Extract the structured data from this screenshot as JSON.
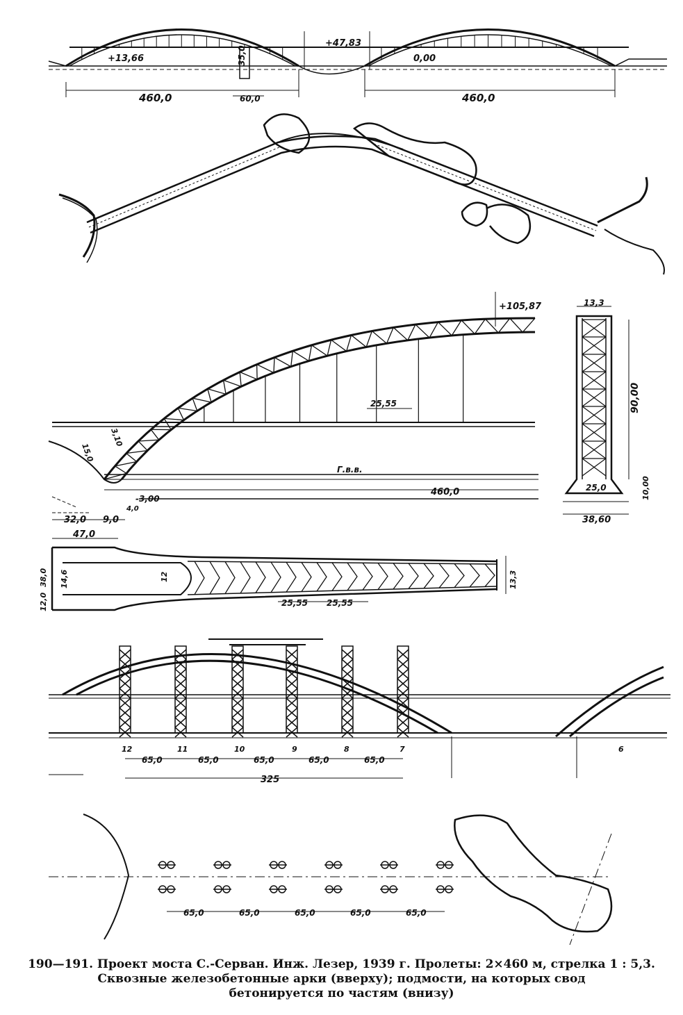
{
  "figure": {
    "top_elevation": {
      "mark_left": "+13,66",
      "mark_mid": "+47,83",
      "mark_right": "0,00",
      "rise": "35,0",
      "span_left": "460,0",
      "span_right": "460,0",
      "pier": "60,0"
    },
    "main_elevation": {
      "crown": "+105,87",
      "panel": "25,55",
      "water_label": "Г.в.в.",
      "span": "460,0",
      "base_left": "-3,00",
      "springing_1": "15,0",
      "springing_2": "3,10",
      "springing_3": "4,0",
      "dim_a": "32,0",
      "dim_b": "9,0"
    },
    "section": {
      "top_width": "13,3",
      "height": "90,00",
      "base_inner": "25,0",
      "base_outer": "38,60",
      "foot": "10,00"
    },
    "plan": {
      "length": "47,0",
      "width_total": "38,0",
      "width_inner": "14,6",
      "width_foot": "12,0",
      "crown_width": "12",
      "end_width": "13,3",
      "panel_a": "25,55",
      "panel_b": "25,55"
    },
    "scaffold": {
      "tower_numbers": [
        "12",
        "11",
        "10",
        "9",
        "8",
        "7",
        "6"
      ],
      "spacings": [
        "65,0",
        "65,0",
        "65,0",
        "65,0",
        "65,0"
      ],
      "total": "325"
    },
    "foundation_plan": {
      "spacings": [
        "65,0",
        "65,0",
        "65,0",
        "65,0",
        "65,0"
      ]
    }
  },
  "caption": {
    "line1": "190—191. Проект моста С.-Серван. Инж. Лезер, 1939 г. Пролеты: 2×460 м, стрелка 1 : 5,3.",
    "line2": "Сквозные железобетонные арки (вверху); подмости, на которых свод",
    "line3": "бетонируется по частям (внизу)"
  },
  "colors": {
    "ink": "#111111",
    "paper": "#ffffff"
  }
}
